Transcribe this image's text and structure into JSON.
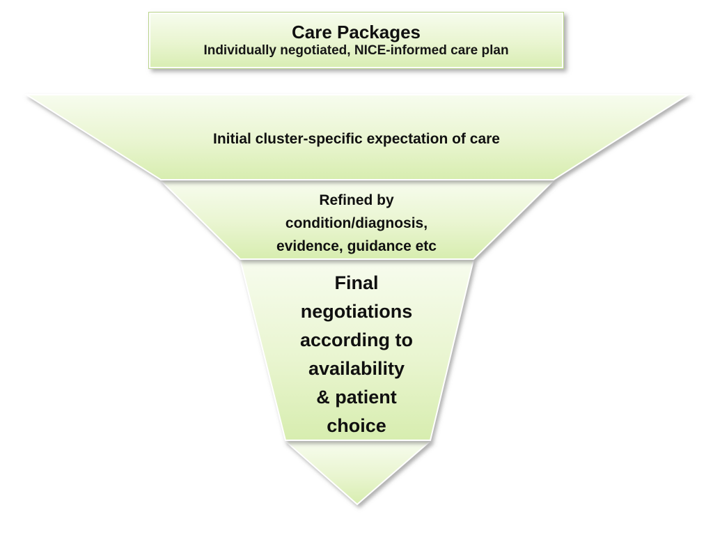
{
  "title_box": {
    "title": "Care Packages",
    "subtitle": "Individually negotiated, NICE-informed care plan"
  },
  "funnel": {
    "layers": [
      {
        "label": "Initial cluster-specific expectation of care"
      },
      {
        "label": "Refined by\ncondition/diagnosis,\nevidence, guidance etc"
      },
      {
        "label": "Final\nnegotiations\naccording to\navailability\n& patient\nchoice"
      }
    ]
  },
  "colors": {
    "gradient_top": "#f6fbea",
    "gradient_bottom": "#d7edaf",
    "edge": "#ffffff",
    "text": "#101010",
    "background": "#ffffff"
  }
}
